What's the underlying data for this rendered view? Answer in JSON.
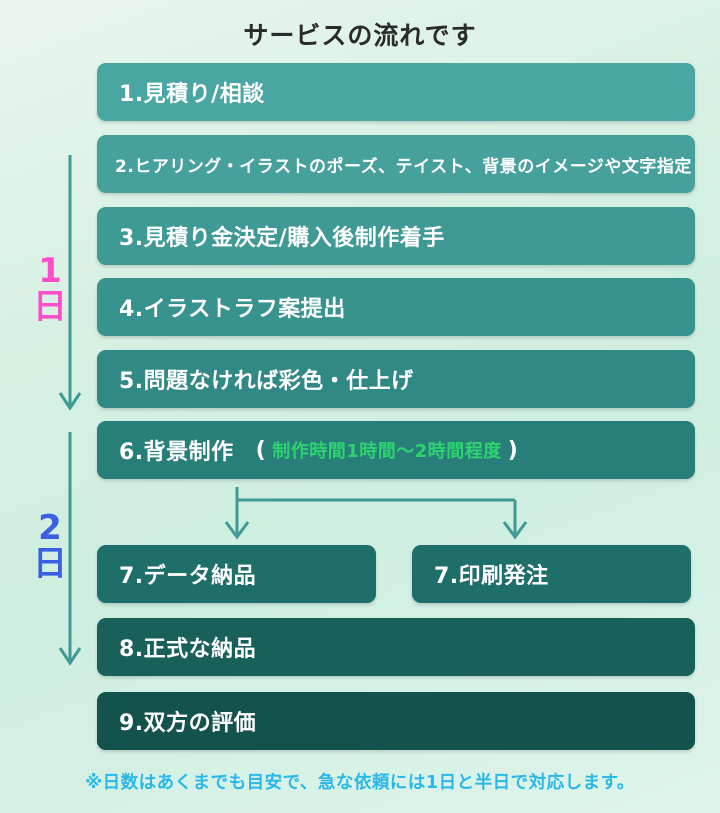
{
  "title": "サービスの流れです",
  "steps": [
    {
      "label": "1.見積り/相談",
      "color": "#4aa6a2"
    },
    {
      "label": "2.ヒアリング・イラストのポーズ、テイスト、背景のイメージや文字指定",
      "color": "#46a19c"
    },
    {
      "label": "3.見積り金決定/購入後制作着手",
      "color": "#3f9a95"
    },
    {
      "label": "4.イラストラフ案提出",
      "color": "#38928d"
    },
    {
      "label": "5.問題なければ彩色・仕上げ",
      "color": "#308984"
    },
    {
      "label": "6.背景制作",
      "note_open": "(",
      "note": "制作時間1時間～2時間程度",
      "note_close": ")",
      "color": "#287f7a"
    },
    {
      "label": "7.データ納品",
      "color": "#1e6f6a"
    },
    {
      "label": "7.印刷発注",
      "color": "#1e6f6a"
    },
    {
      "label": "8.正式な納品",
      "color": "#195f5a"
    },
    {
      "label": "9.双方の評価",
      "color": "#14524e"
    }
  ],
  "days": {
    "day1": "1日",
    "day2": "2日"
  },
  "footer": "※日数はあくまでも目安で、急な依頼には1日と半日で対応します。",
  "colors": {
    "arrow": "#3f9a95",
    "day1": "#ff4fc8",
    "day2": "#3a5fe0",
    "footer": "#29b8e8",
    "note": "#2dd36f"
  }
}
